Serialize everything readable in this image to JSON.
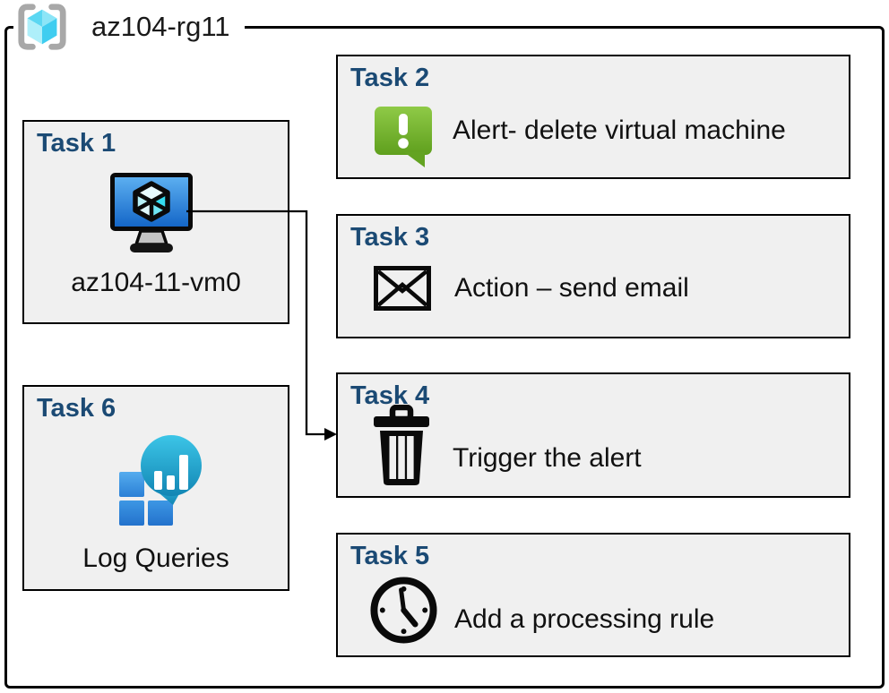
{
  "resource_group": {
    "name": "az104-rg11"
  },
  "tasks": [
    {
      "title": "Task 1",
      "label": "az104-11-vm0",
      "icon": "virtual-machine-icon"
    },
    {
      "title": "Task 2",
      "label": "Alert- delete virtual machine",
      "icon": "alert-speech-bubble-icon"
    },
    {
      "title": "Task 3",
      "label": "Action – send email",
      "icon": "email-envelope-icon"
    },
    {
      "title": "Task 4",
      "label": "Trigger the alert",
      "icon": "trash-can-icon"
    },
    {
      "title": "Task 5",
      "label": "Add a processing rule",
      "icon": "clock-icon"
    },
    {
      "title": "Task 6",
      "label": "Log Queries",
      "icon": "log-analytics-icon"
    }
  ],
  "connector": {
    "from": "Task 1",
    "to": "Task 4"
  },
  "colors": {
    "task_title_blue": "#1B4A74",
    "box_fill": "#F0F0F0",
    "border_black": "#000000",
    "alert_green_top": "#8FCA47",
    "alert_green_bottom": "#5F9F1D",
    "vm_screen_top": "#5FB2F2",
    "vm_screen_bottom": "#1163C6",
    "log_teal_top": "#3CC5E7",
    "log_teal_bottom": "#1286B4",
    "log_square_blue": "#2F8ADF",
    "bracket_gray": "#A8A8A8",
    "cube_cyan": "#4FD2F1"
  }
}
